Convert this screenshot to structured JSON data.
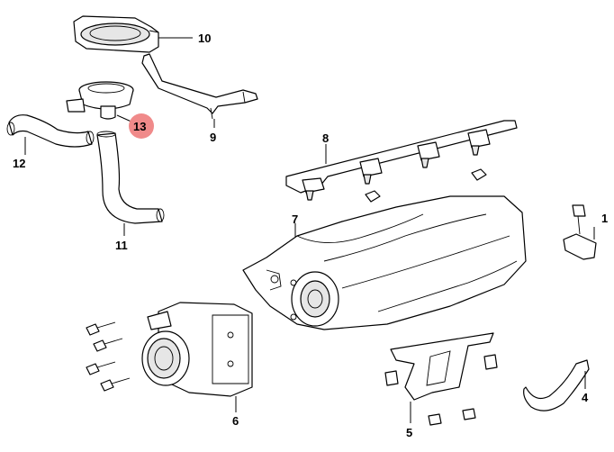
{
  "diagram": {
    "callouts": [
      {
        "id": "p1",
        "number": "1"
      },
      {
        "id": "p4",
        "number": "4"
      },
      {
        "id": "p5",
        "number": "5"
      },
      {
        "id": "p6",
        "number": "6"
      },
      {
        "id": "p7",
        "number": "7"
      },
      {
        "id": "p8",
        "number": "8"
      },
      {
        "id": "p9",
        "number": "9"
      },
      {
        "id": "p10",
        "number": "10"
      },
      {
        "id": "p11",
        "number": "11"
      },
      {
        "id": "p12",
        "number": "12"
      },
      {
        "id": "p13",
        "number": "13",
        "highlighted": true
      }
    ],
    "highlight_color": "#f08a8a",
    "line_color": "#000000"
  }
}
